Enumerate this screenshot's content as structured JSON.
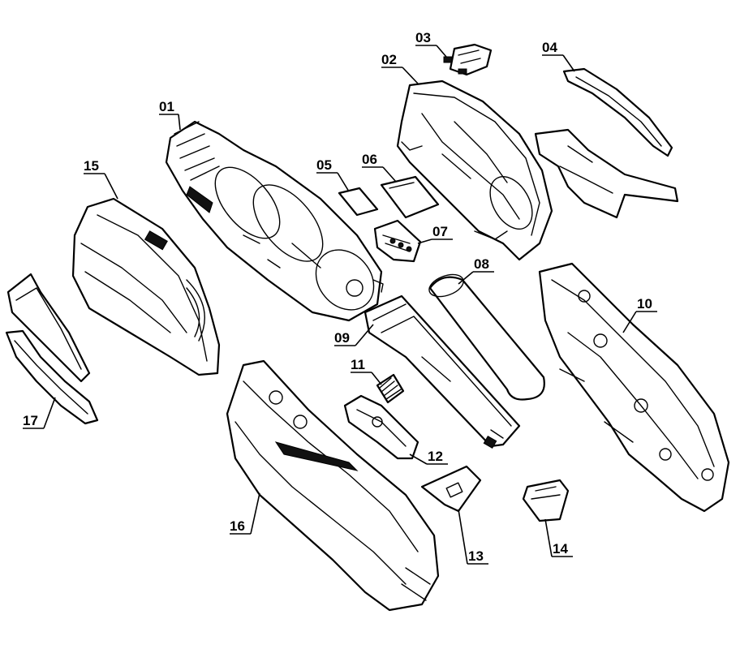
{
  "labels": {
    "p01": "01",
    "p02": "02",
    "p03": "03",
    "p04": "04",
    "p05": "05",
    "p06": "06",
    "p07": "07",
    "p08": "08",
    "p09": "09",
    "p10": "10",
    "p11": "11",
    "p12": "12",
    "p13": "13",
    "p14": "14",
    "p15": "15",
    "p16": "16",
    "p17": "17"
  }
}
